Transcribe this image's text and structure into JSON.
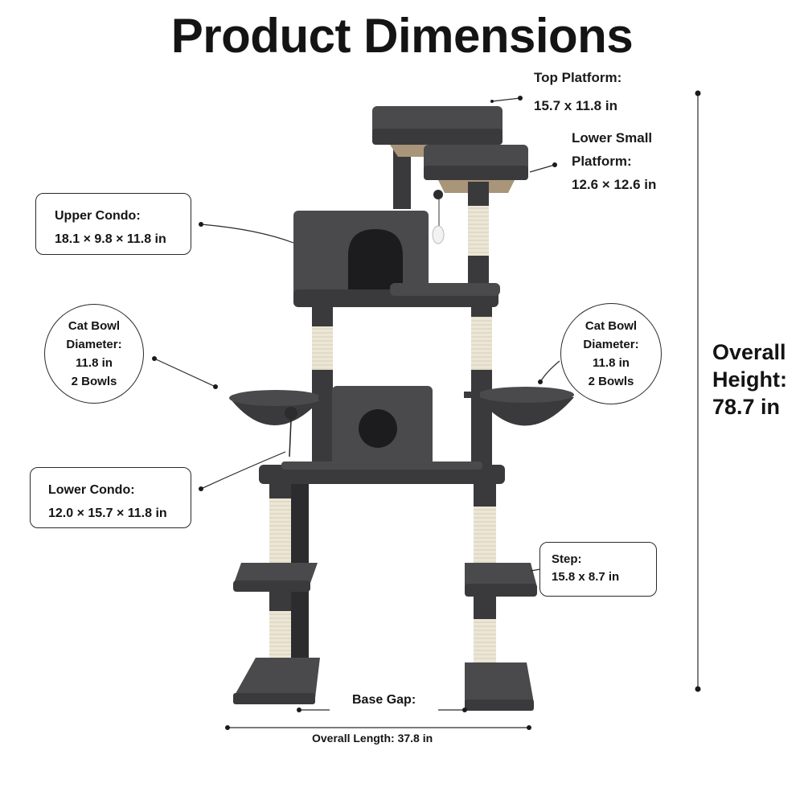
{
  "title": "Product Dimensions",
  "labels": {
    "top_platform": {
      "line1": "Top Platform:",
      "line2": "15.7 x 11.8 in"
    },
    "lower_small_platform": {
      "line1": "Lower Small",
      "line2": "Platform:",
      "line3": "12.6 × 12.6 in"
    },
    "upper_condo": {
      "line1": "Upper Condo:",
      "line2": "18.1 × 9.8 × 11.8 in"
    },
    "cat_bowl_left": {
      "line1": "Cat Bowl",
      "line2": "Diameter:",
      "line3": "11.8 in",
      "line4": "2 Bowls"
    },
    "cat_bowl_right": {
      "line1": "Cat Bowl",
      "line2": "Diameter:",
      "line3": "11.8 in",
      "line4": "2 Bowls"
    },
    "lower_condo": {
      "line1": "Lower Condo:",
      "line2": "12.0 × 15.7 × 11.8 in"
    },
    "step": {
      "line1": "Step:",
      "line2": "15.8 x 8.7 in"
    },
    "overall_height": {
      "line1": "Overall",
      "line2": "Height:",
      "line3": "78.7 in"
    },
    "base_gap": "Base Gap:",
    "overall_length": "Overall Length: 37.8 in"
  },
  "colors": {
    "plush": "#4a4a4c",
    "plush_dark": "#2c2c2e",
    "sisal": "#e8e2d2",
    "board": "#a9957a",
    "line": "#2a2a2a"
  }
}
